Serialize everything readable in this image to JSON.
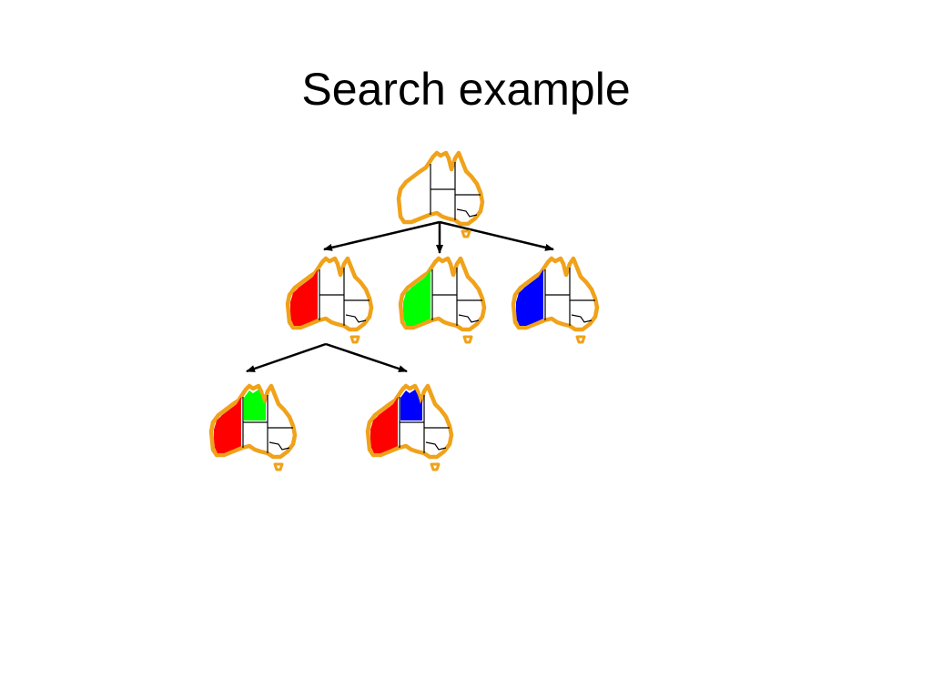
{
  "slide": {
    "title": "Search example"
  },
  "colors": {
    "outline": "#f0a21a",
    "red": "#ff0000",
    "green": "#00ff00",
    "blue": "#0000ff",
    "uncolored": "#ffffff"
  },
  "tree": {
    "nodes": [
      {
        "id": "root",
        "regions": {
          "wa": "uncolored",
          "nt": "uncolored"
        }
      },
      {
        "id": "wa-red",
        "regions": {
          "wa": "red",
          "nt": "uncolored"
        }
      },
      {
        "id": "wa-green",
        "regions": {
          "wa": "green",
          "nt": "uncolored"
        }
      },
      {
        "id": "wa-blue",
        "regions": {
          "wa": "blue",
          "nt": "uncolored"
        }
      },
      {
        "id": "wa-red-nt-green",
        "regions": {
          "wa": "red",
          "nt": "green"
        }
      },
      {
        "id": "wa-red-nt-blue",
        "regions": {
          "wa": "red",
          "nt": "blue"
        }
      }
    ],
    "edges": [
      {
        "from": "root",
        "to": "wa-red"
      },
      {
        "from": "root",
        "to": "wa-green"
      },
      {
        "from": "root",
        "to": "wa-blue"
      },
      {
        "from": "wa-red",
        "to": "wa-red-nt-green"
      },
      {
        "from": "wa-red",
        "to": "wa-red-nt-blue"
      }
    ]
  }
}
